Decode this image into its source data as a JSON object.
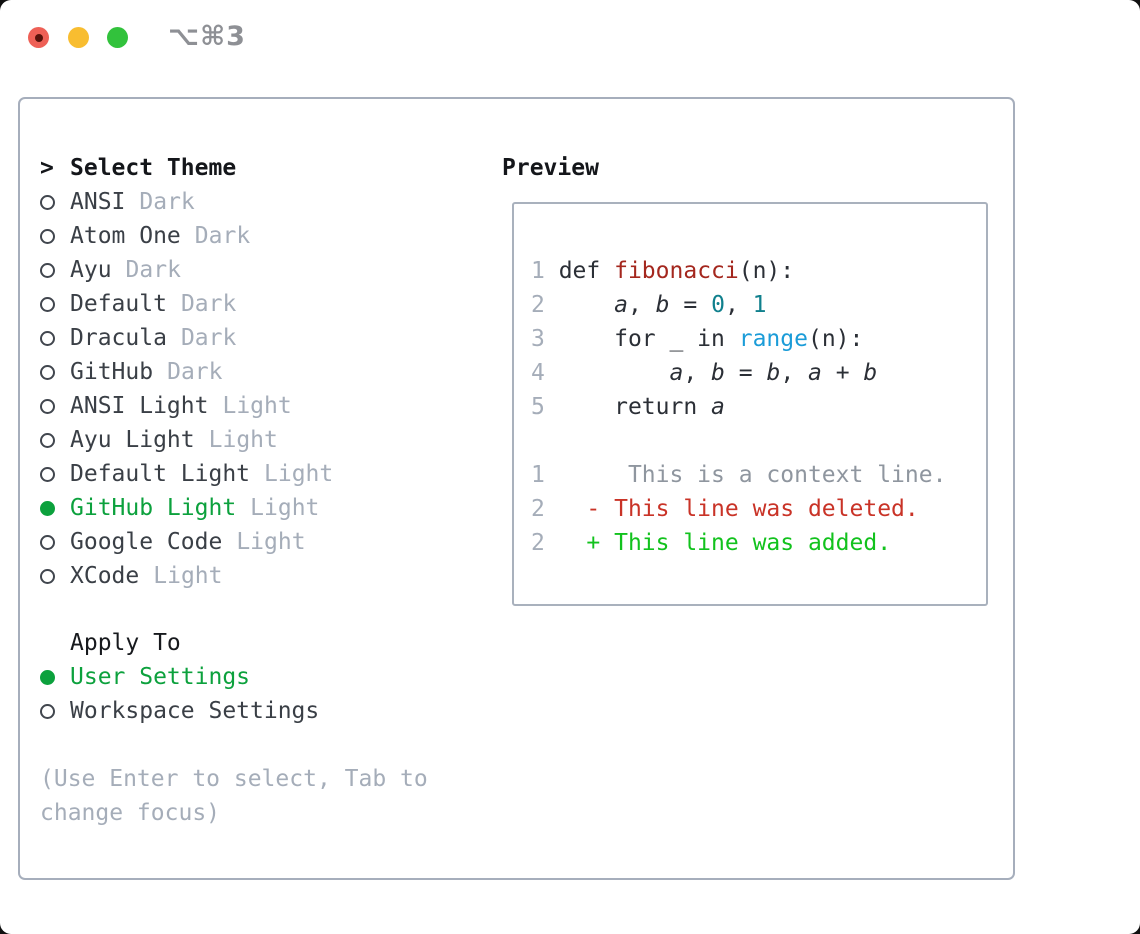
{
  "window": {
    "shortcut": "⌥⌘3",
    "traffic_lights": [
      {
        "name": "close",
        "color": "#ee6056"
      },
      {
        "name": "minimize",
        "color": "#f8bd30"
      },
      {
        "name": "zoom",
        "color": "#32c23c"
      }
    ]
  },
  "colors": {
    "selected_green": "#0ca13d",
    "muted_gray": "#a5adb9",
    "item_text": "#3a3f46",
    "panel_border": "#a6aebc",
    "syntax_function_red": "#a4271e",
    "syntax_number_teal": "#10808d",
    "syntax_builtin_blue": "#1b9cd8",
    "diff_deleted_red": "#c93327",
    "diff_added_green": "#12c21d"
  },
  "theme_picker": {
    "focus_indicator": ">",
    "header": "Select Theme",
    "themes": [
      {
        "name": "ANSI",
        "variant": "Dark",
        "selected": false
      },
      {
        "name": "Atom One",
        "variant": "Dark",
        "selected": false
      },
      {
        "name": "Ayu",
        "variant": "Dark",
        "selected": false
      },
      {
        "name": "Default",
        "variant": "Dark",
        "selected": false
      },
      {
        "name": "Dracula",
        "variant": "Dark",
        "selected": false
      },
      {
        "name": "GitHub",
        "variant": "Dark",
        "selected": false
      },
      {
        "name": "ANSI Light",
        "variant": "Light",
        "selected": false
      },
      {
        "name": "Ayu Light",
        "variant": "Light",
        "selected": false
      },
      {
        "name": "Default Light",
        "variant": "Light",
        "selected": false
      },
      {
        "name": "GitHub Light",
        "variant": "Light",
        "selected": true
      },
      {
        "name": "Google Code",
        "variant": "Light",
        "selected": false
      },
      {
        "name": "XCode",
        "variant": "Light",
        "selected": false
      }
    ],
    "apply_to": {
      "header": "Apply To",
      "options": [
        {
          "label": "User Settings",
          "selected": true
        },
        {
          "label": "Workspace Settings",
          "selected": false
        }
      ]
    },
    "help": [
      "(Use Enter to select, Tab to",
      "change focus)"
    ]
  },
  "preview": {
    "header": "Preview",
    "code_lines": [
      {
        "num": "1",
        "segments": [
          {
            "t": " def ",
            "c": "code"
          },
          {
            "t": "fibonacci",
            "c": "func"
          },
          {
            "t": "(n):",
            "c": "code"
          }
        ]
      },
      {
        "num": "2",
        "segments": [
          {
            "t": "     ",
            "c": "code"
          },
          {
            "t": "a",
            "c": "code",
            "i": true
          },
          {
            "t": ", ",
            "c": "code"
          },
          {
            "t": "b",
            "c": "code",
            "i": true
          },
          {
            "t": " = ",
            "c": "code"
          },
          {
            "t": "0",
            "c": "num"
          },
          {
            "t": ", ",
            "c": "code"
          },
          {
            "t": "1",
            "c": "num"
          }
        ]
      },
      {
        "num": "3",
        "segments": [
          {
            "t": "     for _ in ",
            "c": "code"
          },
          {
            "t": "range",
            "c": "blt"
          },
          {
            "t": "(n):",
            "c": "code"
          }
        ]
      },
      {
        "num": "4",
        "segments": [
          {
            "t": "         ",
            "c": "code"
          },
          {
            "t": "a",
            "c": "code",
            "i": true
          },
          {
            "t": ", ",
            "c": "code"
          },
          {
            "t": "b",
            "c": "code",
            "i": true
          },
          {
            "t": " = ",
            "c": "code"
          },
          {
            "t": "b",
            "c": "code",
            "i": true
          },
          {
            "t": ", ",
            "c": "code"
          },
          {
            "t": "a",
            "c": "code",
            "i": true
          },
          {
            "t": " + ",
            "c": "code"
          },
          {
            "t": "b",
            "c": "code",
            "i": true
          }
        ]
      },
      {
        "num": "5",
        "segments": [
          {
            "t": "     return ",
            "c": "code"
          },
          {
            "t": "a",
            "c": "code",
            "i": true
          }
        ]
      },
      {
        "num": "",
        "segments": []
      },
      {
        "num": "1",
        "segments": [
          {
            "t": "      This is a context line.",
            "c": "ctx"
          }
        ]
      },
      {
        "num": "2",
        "segments": [
          {
            "t": "   - This line was deleted.",
            "c": "del"
          }
        ]
      },
      {
        "num": "2",
        "segments": [
          {
            "t": "   + This line was added.",
            "c": "add"
          }
        ]
      }
    ]
  }
}
